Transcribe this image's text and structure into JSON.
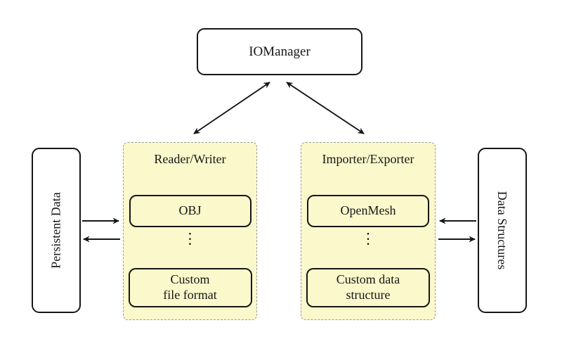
{
  "figure": {
    "type": "architecture-diagram",
    "nodes": {
      "iomanager": "IOManager",
      "persistent_data": "Persistent Data",
      "data_structures": "Data Structures"
    },
    "reader_writer_panel": {
      "header": "Reader/Writer",
      "top_item": "OBJ",
      "ellipsis": "⋮",
      "bottom_item_line1": "Custom",
      "bottom_item_line2": "file format"
    },
    "importer_exporter_panel": {
      "header": "Importer/Exporter",
      "top_item": "OpenMesh",
      "ellipsis": "⋮",
      "bottom_item_line1": "Custom data",
      "bottom_item_line2": "structure"
    }
  },
  "colors": {
    "panel_fill": "#fbf8cb",
    "panel_dash": "#9c9c9c",
    "stroke": "#161616",
    "background": "#ffffff"
  }
}
